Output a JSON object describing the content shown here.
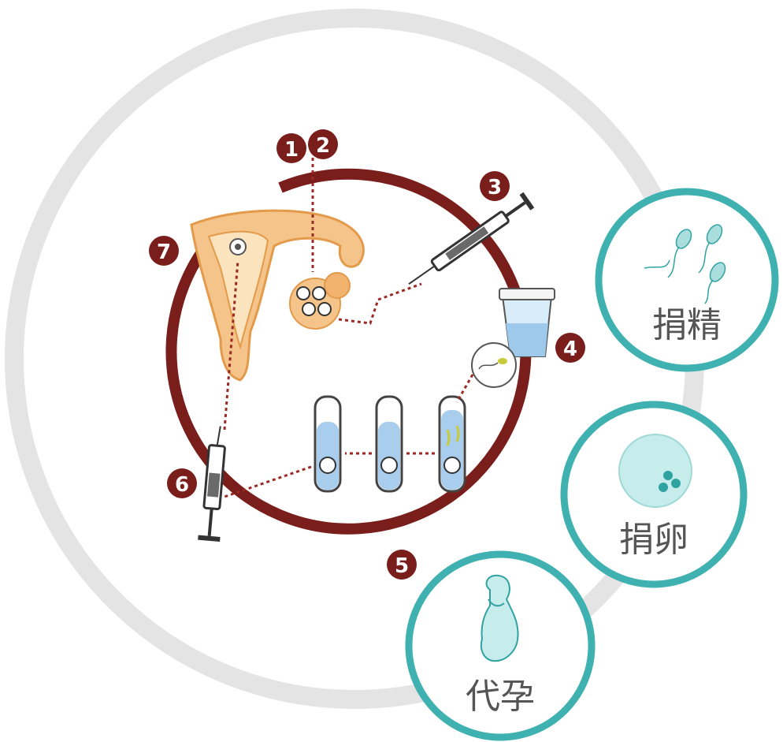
{
  "steps": [
    {
      "number": "1"
    },
    {
      "number": "2"
    },
    {
      "number": "3"
    },
    {
      "number": "4"
    },
    {
      "number": "5"
    },
    {
      "number": "6"
    },
    {
      "number": "7"
    }
  ],
  "bubbles": {
    "sperm": {
      "label": "捐精",
      "icon": "sperm-icon"
    },
    "egg": {
      "label": "捐卵",
      "icon": "egg-cell-icon"
    },
    "surrogacy": {
      "label": "代孕",
      "icon": "pregnant-woman-icon"
    }
  },
  "colors": {
    "cycle_ring": "#7a1e1c",
    "outer_ring": "#e4e4e4",
    "bubble_ring": "#3fb1b0",
    "step_badge": "#7a1e1c",
    "uterus": "#f2b36e",
    "arrow": "#9b2a25",
    "label_text": "#555555"
  }
}
